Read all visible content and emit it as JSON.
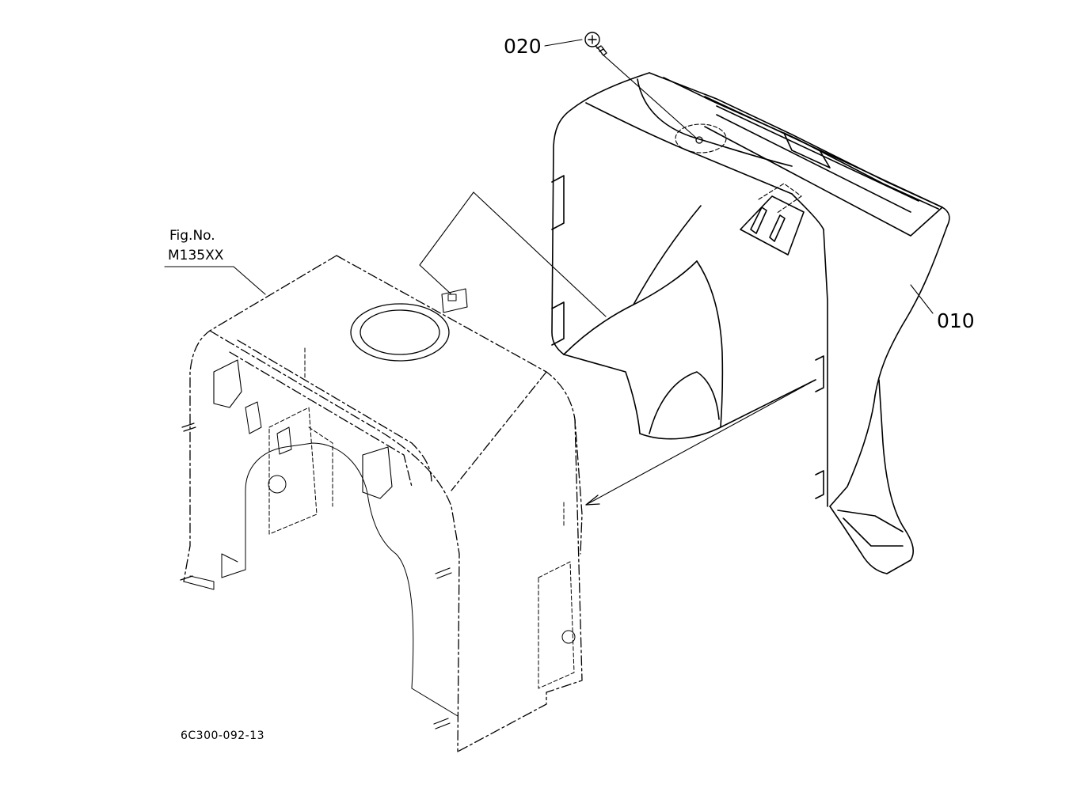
{
  "labels": {
    "part_010": "010",
    "part_020": "020",
    "fig_no": "Fig.No.",
    "fig_code": "M135XX",
    "drawing_code": "6C300-092-13"
  },
  "colors": {
    "line": "#000000",
    "background": "#ffffff"
  },
  "icons": {
    "screw": "phillips-screw-icon"
  }
}
